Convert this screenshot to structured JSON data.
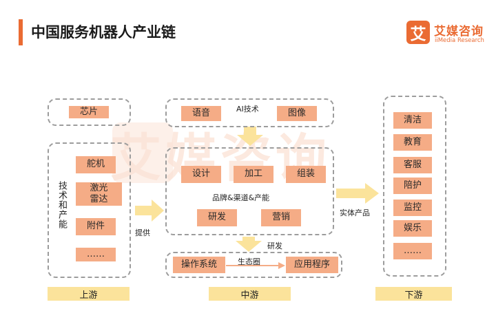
{
  "header": {
    "title": "中国服务机器人产业链",
    "logo_mark": "艾",
    "logo_cn": "艾媒咨询",
    "logo_en": "iiMedia Research"
  },
  "watermark": {
    "text": "艾媒咨询"
  },
  "upstream": {
    "chip": "芯片",
    "side_label": "技术和产能",
    "items": [
      "舵机",
      "激光\n雷达",
      "附件",
      "……"
    ],
    "arrow_label": "提供",
    "footer": "上游"
  },
  "midstream": {
    "ai_label": "AI技术",
    "ai_items": [
      "语音",
      "图像"
    ],
    "process_items": [
      "设计",
      "加工",
      "组装"
    ],
    "center_label": "品牌&渠道&产能",
    "lower_items": [
      "研发",
      "营销"
    ],
    "rd_label": "研发",
    "eco_label": "生态圈",
    "eco_items": [
      "操作系统",
      "应用程序"
    ],
    "footer": "中游"
  },
  "downstream": {
    "arrow_label": "实体产品",
    "items": [
      "清洁",
      "教育",
      "客服",
      "陪护",
      "监控",
      "娱乐",
      "……"
    ],
    "footer": "下游"
  },
  "colors": {
    "accent": "#ea6b33",
    "box_fill": "#f5ac86",
    "arrow_fill": "#fbe39b",
    "footer_fill": "#fbe39b",
    "dashed_border": "#9c9c9c"
  }
}
